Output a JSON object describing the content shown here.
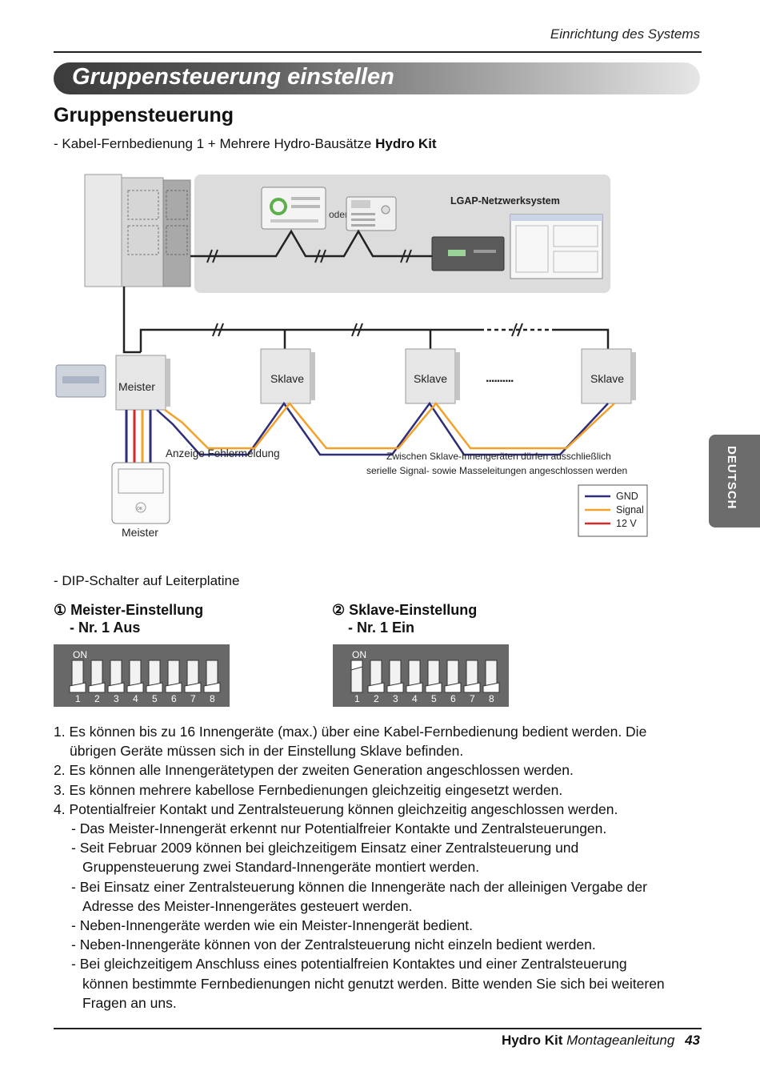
{
  "header": {
    "section": "Einrichtung des Systems"
  },
  "banner": {
    "title": "Gruppensteuerung einstellen"
  },
  "heading": "Gruppensteuerung",
  "intro": {
    "text": "- Kabel-Fernbedienung 1 + Mehrere Hydro-Bausätze ",
    "product": "Hydro Kit"
  },
  "diagram": {
    "oder": "oder",
    "network": "LGAP-Netzwerksystem",
    "units": [
      "Meister",
      "Sklave",
      "Sklave",
      "Sklave"
    ],
    "dots": "..........",
    "error_label": "Anzeige Fehlermeldung",
    "note_line1": "Zwischen Sklave-Innengeräten dürfen ausschließlich",
    "note_line2": "serielle Signal- sowie Masseleitungen angeschlossen werden",
    "remote_label": "Meister",
    "remote_ok": "OK",
    "legend": [
      {
        "label": "GND",
        "color": "#2e2e7a"
      },
      {
        "label": "Signal",
        "color": "#f2a12a"
      },
      {
        "label": "12 V",
        "color": "#d42a2a"
      }
    ]
  },
  "dip": {
    "title": "- DIP-Schalter auf Leiterplatine",
    "master": {
      "head": "① Meister-Einstellung",
      "sub": "- Nr. 1 Aus"
    },
    "slave": {
      "head": "② Sklave-Einstellung",
      "sub": "- Nr. 1 Ein"
    },
    "on_label": "ON",
    "numbers": [
      "1",
      "2",
      "3",
      "4",
      "5",
      "6",
      "7",
      "8"
    ]
  },
  "notes": [
    "1. Es können bis zu 16 Innengeräte (max.) über eine Kabel-Fernbedienung bedient werden. Die",
    "übrigen Geräte müssen sich in der Einstellung Sklave befinden.",
    "2. Es können alle Innengerätetypen der zweiten Generation angeschlossen werden.",
    "3. Es können mehrere kabellose Fernbedienungen gleichzeitig eingesetzt werden.",
    "4. Potentialfreier Kontakt und Zentralsteuerung können gleichzeitig angeschlossen werden.",
    "- Das Meister-Innengerät erkennt nur Potentialfreier Kontakte und Zentralsteuerungen.",
    "- Seit Februar 2009 können bei gleichzeitigem Einsatz einer Zentralsteuerung und",
    "Gruppensteuerung zwei Standard-Innengeräte montiert werden.",
    "- Bei Einsatz einer Zentralsteuerung können die Innengeräte nach der alleinigen Vergabe der",
    "Adresse des Meister-Innengerätes gesteuert werden.",
    "- Neben-Innengeräte werden wie ein Meister-Innengerät bedient.",
    "- Neben-Innengeräte können von der Zentralsteuerung nicht einzeln bedient werden.",
    "- Bei gleichzeitigem Anschluss eines potentialfreien Kontaktes und einer Zentralsteuerung",
    "können bestimmte Fernbedienungen nicht genutzt werden. Bitte wenden Sie sich bei weiteren",
    "Fragen an uns."
  ],
  "side_tab": "DEUTSCH",
  "footer": {
    "product": "Hydro Kit",
    "doc": "Montageanleitung",
    "page": "43"
  }
}
